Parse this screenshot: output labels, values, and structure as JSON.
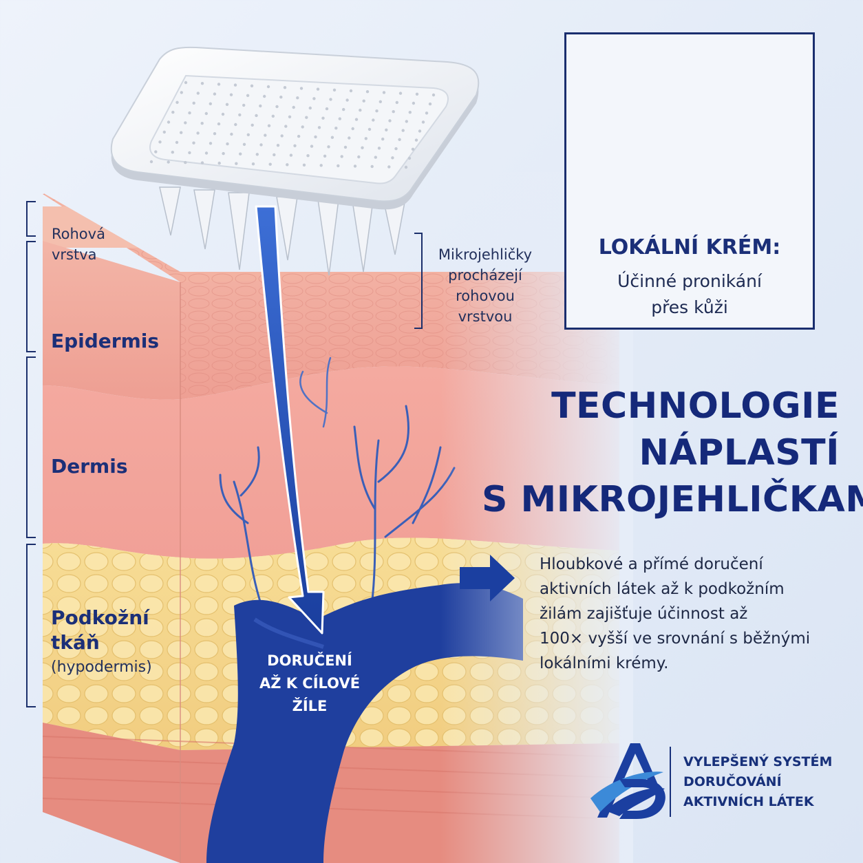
{
  "layers": {
    "stratum_corneum": "Rohová vrstva",
    "epidermis": "Epidermis",
    "dermis": "Dermis",
    "hypodermis_line1": "Podkožní",
    "hypodermis_line2": "tkáň",
    "hypodermis_paren": "(hypodermis)"
  },
  "needles_note": [
    "Mikrojehličky",
    "procházejí",
    "rohovou",
    "vrstvou"
  ],
  "vein_label": [
    "DORUČENÍ",
    "AŽ K CÍLOVÉ",
    "ŽÍLE"
  ],
  "cream_box": {
    "title": "LOKÁLNÍ KRÉM:",
    "desc_line1": "Účinné pronikání",
    "desc_line2": "přes kůži"
  },
  "title": [
    "TECHNOLOGIE",
    "NÁPLASTÍ",
    "S MIKROJEHLIČKAMI"
  ],
  "description": [
    "Hloubkové a přímé doručení",
    "aktivních látek až k podkožním",
    "žilám zajišťuje účinnost až",
    "100× vyšší ve srovnání s běžnými",
    "lokálními krémy."
  ],
  "logo": {
    "tagline": [
      "VYLEPŠENÝ SYSTÉM",
      "DORUČOVÁNÍ",
      "AKTIVNÍCH LÁTEK"
    ]
  },
  "colors": {
    "primary_blue": "#1b3fa0",
    "navy": "#15297a",
    "skin_pink": "#f3a59b",
    "fat_yellow": "#f5d98e"
  }
}
